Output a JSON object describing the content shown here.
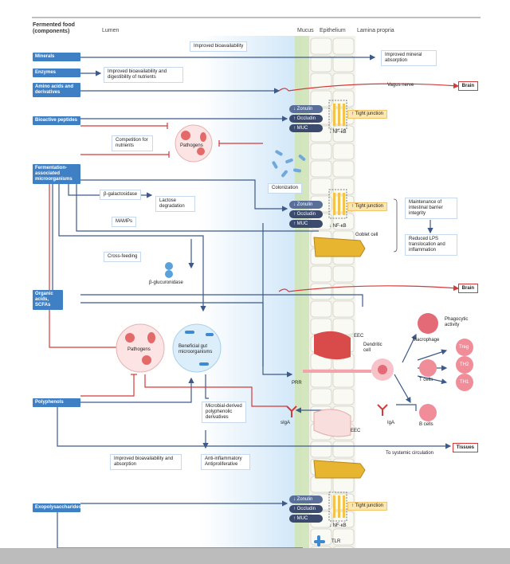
{
  "header": {
    "col_food": "Fermented food (components)",
    "col_lumen": "Lumen",
    "col_mucus": "Mucus",
    "col_epithelium": "Epithelium",
    "col_lamina": "Lamina propria"
  },
  "components": {
    "minerals": "Minerals",
    "enzymes": "Enzymes",
    "amino": "Amino acids and derivatives",
    "bioactive": "Bioactive peptides",
    "fermentation": "Fermentation-associated microorganisms",
    "organic": "Organic acids, SCFAs",
    "polyphenols": "Polyphenols",
    "exopoly": "Exopolysaccharides"
  },
  "notes": {
    "improved_bioavailability": "Improved bioavailability",
    "improved_mineral": "Improved mineral absorption",
    "improved_digest": "Improved bioavailability and digestibility of nutrients",
    "vagus": "Vagus nerve",
    "competition": "Competition for nutrients",
    "pathogens_top": "Pathogens",
    "colonization": "Colonization",
    "beta_gal": "β-galactosidase",
    "lactose": "Lactose degradation",
    "mamps": "MAMPs",
    "cross_feeding": "Cross-feeding",
    "beta_gluc": "β-glucuronidase",
    "maintenance": "Maintenance of intestinal barrier integrity",
    "reduced_lps": "Reduced LPS translocation and inflammation",
    "goblet": "Goblet cell",
    "pathogens_mid": "Pathogens",
    "beneficial": "Beneficial gut microorganisms",
    "microbial_derived": "Microbial-derived polyphenolic derivatives",
    "anti_inflam": "Anti-inflammatory Antiproliferative",
    "improved_absorption": "Improved bioavailability and absorption",
    "to_systemic": "To systemic circulation",
    "eec_top": "EEC",
    "eec_bottom": "EEC",
    "dendritic": "Dendritic cell",
    "macrophage": "Macrophage",
    "phagocytic": "Phagocytic activity",
    "tcells": "T cells",
    "bcells": "B cells",
    "treg": "Treg",
    "th2": "TH2",
    "th1": "TH1",
    "prr": "PRR",
    "siga_left": "sIgA",
    "iga": "IgA",
    "tlr": "TLR"
  },
  "targets": {
    "brain1": "Brain",
    "brain2": "Brain",
    "tissues": "Tissues"
  },
  "barrier": {
    "zonulin": "↓ Zonulin",
    "occludin": "↑ Occludin",
    "muc": "↑ MUC",
    "tight": "↑ Tight junction",
    "nfkb": "↓ NF-κB"
  },
  "colors": {
    "component_box": "#3f7fc4",
    "arrow_blue": "#3d5a8a",
    "arrow_red": "#d33a3a",
    "lumen_gradient": "#d9ecfa",
    "mucus": "#cfe3b6",
    "epithelium": "#f4f4ee",
    "lamina": "#fbfbfb"
  }
}
